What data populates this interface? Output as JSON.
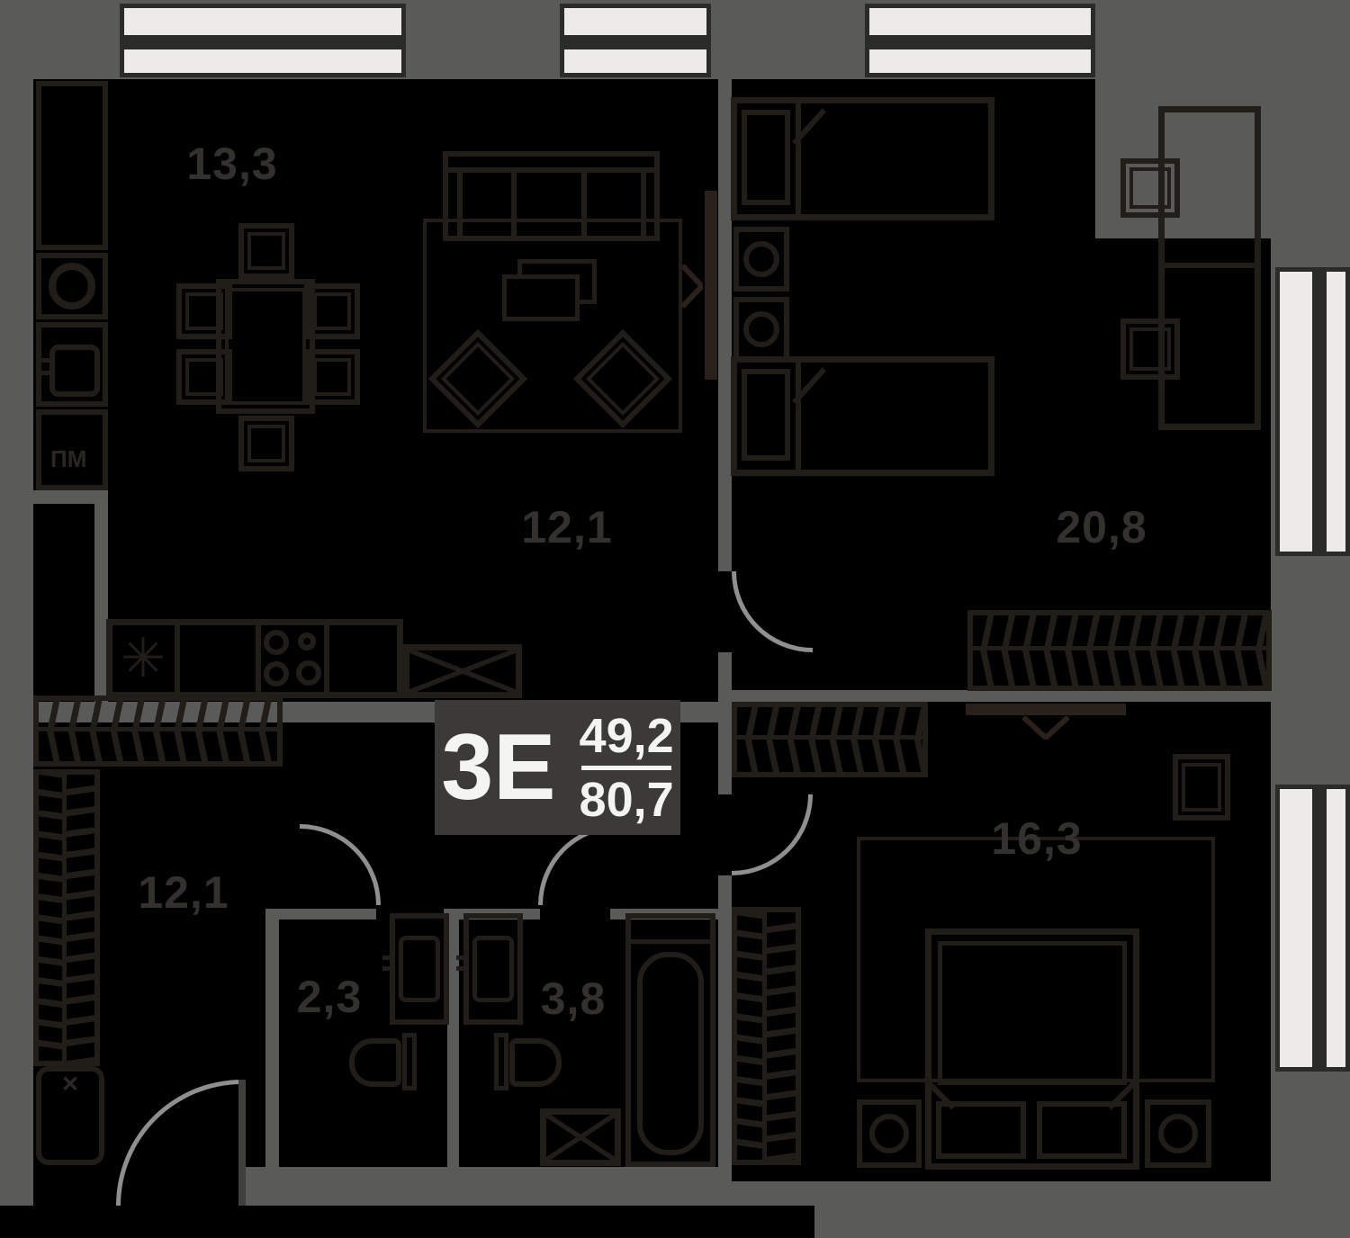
{
  "plan": {
    "badge": {
      "type": "3E",
      "area_top": "49,2",
      "area_bottom": "80,7"
    },
    "rooms": {
      "kitchen": {
        "area": "13,3"
      },
      "living": {
        "area": "12,1"
      },
      "bedroom_large": {
        "area": "20,8"
      },
      "hall": {
        "area": "12,1"
      },
      "wc": {
        "area": "2,3"
      },
      "bathroom": {
        "area": "3,8"
      },
      "bedroom_small": {
        "area": "16,3"
      }
    },
    "appliances": {
      "dishwasher": "ПМ"
    },
    "icons": {
      "sink_star": "✳",
      "x_mark": "✕"
    },
    "colors": {
      "wall": "#5a5a58",
      "room": "#000000",
      "line": "#211e19",
      "line_soft": "#2a2722",
      "label": "#33312d",
      "badge_bg": "#3b3a38",
      "badge_text": "#f4f4f2",
      "window_fill": "#ecebe9",
      "window_frame": "#2b2b27",
      "door_arc": "#8f8f8d",
      "tv": "#2a211c"
    }
  }
}
